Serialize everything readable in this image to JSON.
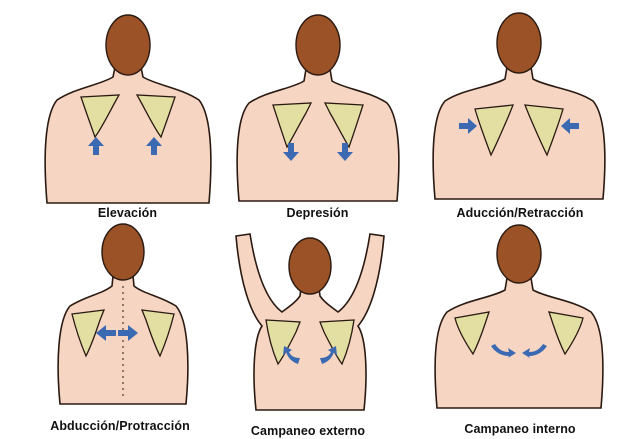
{
  "panels": [
    {
      "id": "elevacion",
      "label": "Elevación"
    },
    {
      "id": "depresion",
      "label": "Depresión"
    },
    {
      "id": "aduccion",
      "label": "Aducción/Retracción"
    },
    {
      "id": "abduccion",
      "label": "Abducción/Protracción"
    },
    {
      "id": "campaneo-externo",
      "label": "Campaneo externo"
    },
    {
      "id": "campaneo-interno",
      "label": "Campaneo interno"
    }
  ],
  "colors": {
    "skin": "#f6d5c3",
    "outline": "#2a1a12",
    "hair": "#9a5226",
    "bone": "#e3dfa3",
    "arrow": "#3b6ab3"
  }
}
